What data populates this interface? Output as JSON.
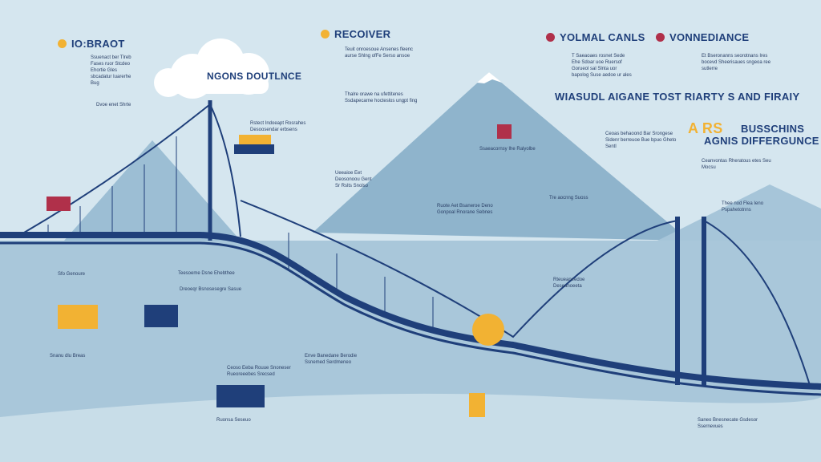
{
  "colors": {
    "sky": "#d5e6ef",
    "mountain": "#8fb4cc",
    "water": "#a9c7da",
    "bridge": "#1f3f7a",
    "accent": "#f2b233",
    "red": "#b0304a"
  },
  "headings": {
    "impact": "IO:BRAOT",
    "cloud": "NGONS DOUTLNCE",
    "recover": "RECOIVER",
    "canals": "YOLMAL CANLS",
    "vonnediance": "VONNEDIANCE",
    "center": "WIASUDL AIGANE TOST RIARTY S AND FIRAIY",
    "ars": "A RS",
    "busschins": "BUSSCHINS",
    "difference": "AGNIS DIFFERGUNCE"
  },
  "blocks": [
    "Ssuenact ber Tlreb Fases ruor Stcdeo Ehortie Gles sbcadatur Iuarerhe Bug",
    "Dvoe enet Shrte",
    "Rstect Indoeapt Rosrahes Desoosendar erbsens",
    "Teuit onroesoue Ansenes fleenc aurse Shlng ofFe Serso ansoe",
    "Thalre orawe na ufettitenes Ssdapecarne hocteslos ungpt fing",
    "T Saeaoaes rosnet Sede Ehe Sdoar uoe Ruersof Gorueol sal Slnta uor bapolog Suse aedoe ur ales",
    "Et Bseronanns seorotnans Ires bocevd Sheerisaues sngeoa ree sutlerre",
    "Ceoas behaoond Bar Srongese Sidenr berreuoe Bue bpuo Gheto Sentl",
    "Ssaeacornsy Ihe Ralyolbe",
    "Ceanvontas Rheratous etes Seu Mocsu",
    "Thee nod Flea Ieno Pspahetotnns",
    "Ueeaioe Eet Deosonoou Gent Sr Rslts Snolso",
    "Ruote Aet Bsaneroe Deno Gonpoal Rnorane Sebnes",
    "Tre aocnng Suoss",
    "Rteueaneedoe Deseanoeeta",
    "Teesoeme Dsne Ehebthee",
    "Dreoeqr Bsnosesegre Sasue",
    "Sfo Genoure",
    "Ceoso Eeba Rouue Snoneser Rueoreeebes Srecsed",
    "Snanu dlu Breas",
    "Enve Banedane Berodie Ssnemed Serdmeneo",
    "Ruonsa Seseuo",
    "Saneo Bnesnecate Gsdesor Ssernevues"
  ]
}
